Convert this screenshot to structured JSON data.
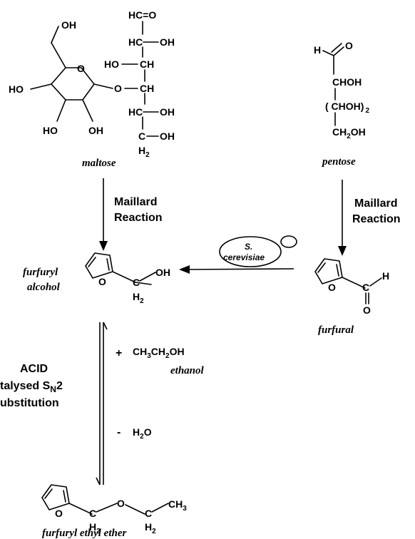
{
  "names": {
    "maltose": "maltose",
    "pentose": "pentose",
    "furfuryl_alcohol_1": "furfuryl",
    "furfuryl_alcohol_2": "alcohol",
    "furfural": "furfural",
    "ethanol": "ethanol",
    "ether": "furfuryl ethyl ether"
  },
  "reactions": {
    "maillard_1": "Maillard",
    "maillard_2": "Reaction",
    "yeast_1": "S.",
    "yeast_2": "cerevisiae",
    "acid_1": "ACID",
    "acid_2a": "talysed S",
    "acid_2_sub": "N",
    "acid_2b": "2",
    "acid_3": "ubstitution",
    "plus": "+",
    "minus": "-"
  },
  "labels": {
    "oh": "OH",
    "ho": "HO",
    "o": "O",
    "h": "H",
    "hc_eq_o": "HC=O",
    "hc": "HC",
    "ch": "CH",
    "c": "C",
    "h2": "H",
    "two": "2",
    "eq_o": "O",
    "choh": "CHOH",
    "choh2_open": "( CHOH)",
    "ch2oh": "CH",
    "ch3": "CH",
    "three": "3",
    "ch3ch2oh_a": "CH",
    "ch3ch2oh_b": "CH",
    "ch3ch2oh_c": "OH",
    "h2o_a": "H",
    "h2o_b": "O"
  },
  "colors": {
    "ink": "#000000",
    "background": "#ffffff"
  }
}
